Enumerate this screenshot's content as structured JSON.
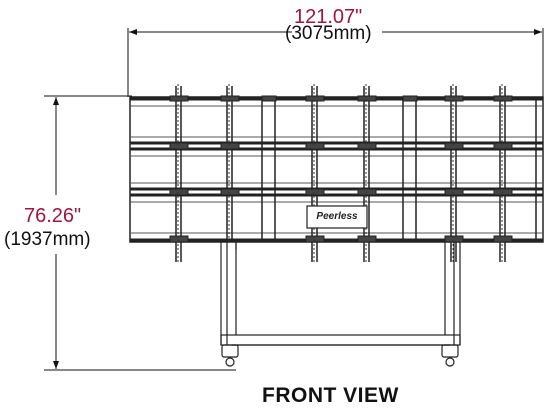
{
  "width_dim": {
    "inches": "121.07\"",
    "mm": "(3075mm)"
  },
  "height_dim": {
    "inches": "76.26\"",
    "mm": "(1937mm)"
  },
  "logo_text": "Peerless",
  "caption": "FRONT VIEW",
  "colors": {
    "inch": "#a0163f",
    "line": "#111111"
  }
}
